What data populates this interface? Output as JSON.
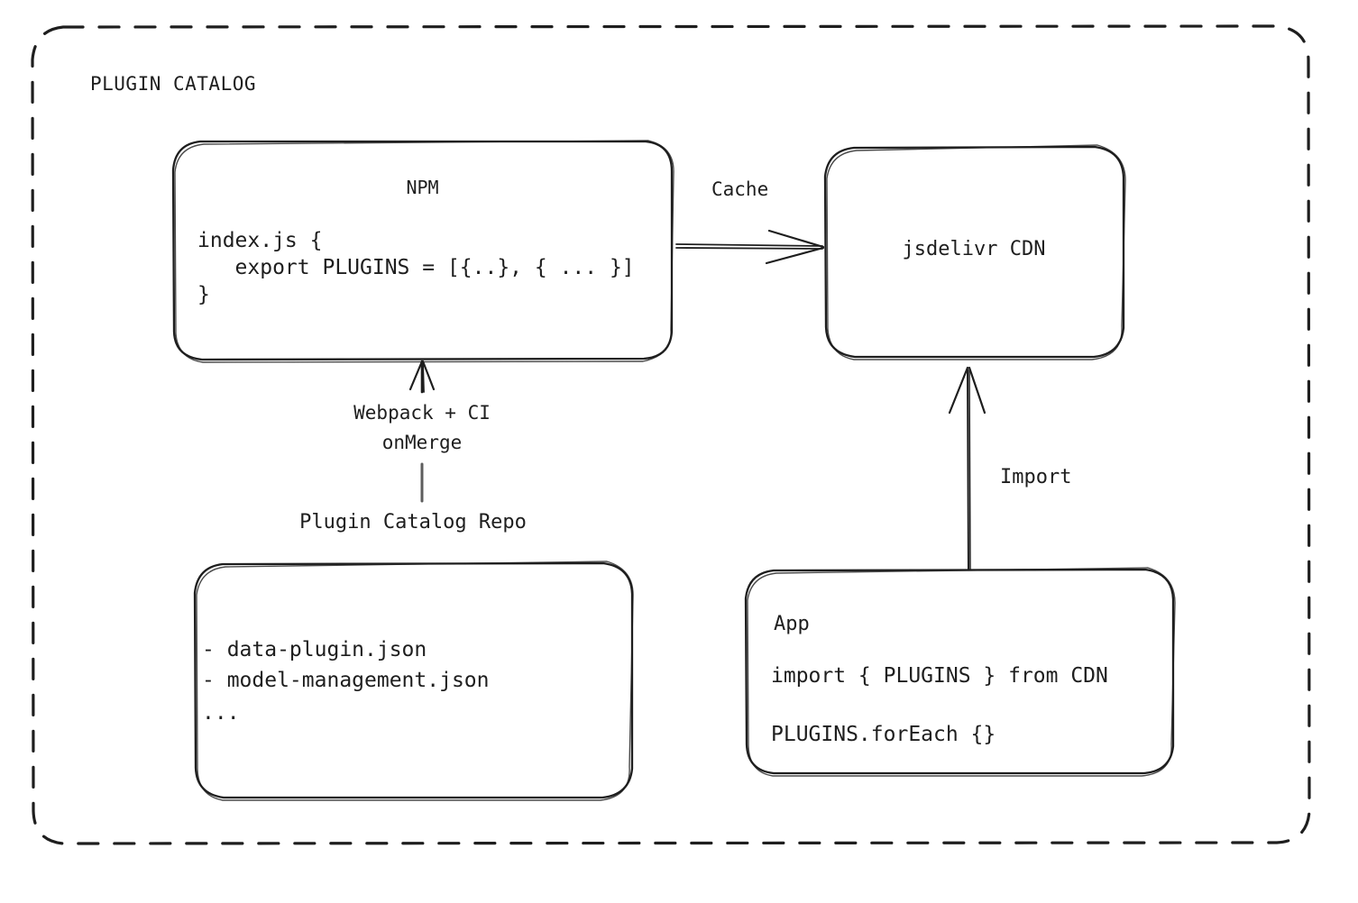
{
  "diagram": {
    "type": "architecture-flow",
    "background_color": "#ffffff",
    "stroke_color": "#1e1e1e",
    "group": {
      "title": "PLUGIN CATALOG",
      "border_style": "dashed-rounded"
    },
    "nodes": {
      "npm": {
        "title": "NPM",
        "code": [
          "index.js {",
          "   export PLUGINS = [{..}, { ... }]",
          "}"
        ]
      },
      "cdn": {
        "label": "jsdelivr CDN"
      },
      "repo": {
        "caption": "Plugin Catalog Repo",
        "files": [
          "- data-plugin.json",
          "- model-management.json",
          "..."
        ]
      },
      "app": {
        "title": "App",
        "code": [
          "import { PLUGINS } from CDN",
          "PLUGINS.forEach {}"
        ]
      }
    },
    "edges": {
      "cache": {
        "label": "Cache",
        "from": "npm",
        "to": "cdn",
        "direction": "right"
      },
      "build": {
        "label_line1": "Webpack + CI",
        "label_line2": "onMerge",
        "from": "repo",
        "to": "npm",
        "direction": "up"
      },
      "import": {
        "label": "Import",
        "from": "app",
        "to": "cdn",
        "direction": "up"
      }
    }
  }
}
